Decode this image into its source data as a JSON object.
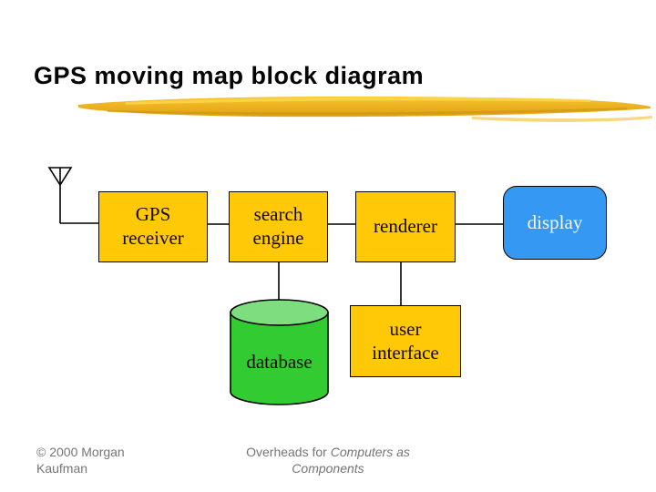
{
  "slide": {
    "title": "GPS moving map block diagram"
  },
  "nodes": {
    "gps_receiver": {
      "line1": "GPS",
      "line2": "receiver"
    },
    "search_engine": {
      "line1": "search",
      "line2": "engine"
    },
    "renderer": {
      "label": "renderer"
    },
    "display": {
      "label": "display"
    },
    "database": {
      "label": "database"
    },
    "user_interface": {
      "line1": "user",
      "line2": "interface"
    }
  },
  "connections": [
    "antenna -> gps_receiver",
    "gps_receiver -> search_engine",
    "search_engine -> renderer",
    "renderer -> display",
    "search_engine -> database",
    "renderer -> user_interface"
  ],
  "colors": {
    "box_fill": "#FFC907",
    "box_border": "#000000",
    "display_fill": "#3598F2",
    "display_text": "#F2FAFF",
    "cylinder_body": "#32CB32",
    "cylinder_top": "#7CDE7C",
    "line": "#000000",
    "title_text": "#050505",
    "footer_text": "#757575",
    "brush_stroke": "#EDB322"
  },
  "footer": {
    "copyright_line1": "© 2000 Morgan",
    "copyright_line2": "Kaufman",
    "center_prefix": "Overheads for ",
    "center_italic_line1": "Computers as",
    "center_italic_line2": "Components"
  }
}
